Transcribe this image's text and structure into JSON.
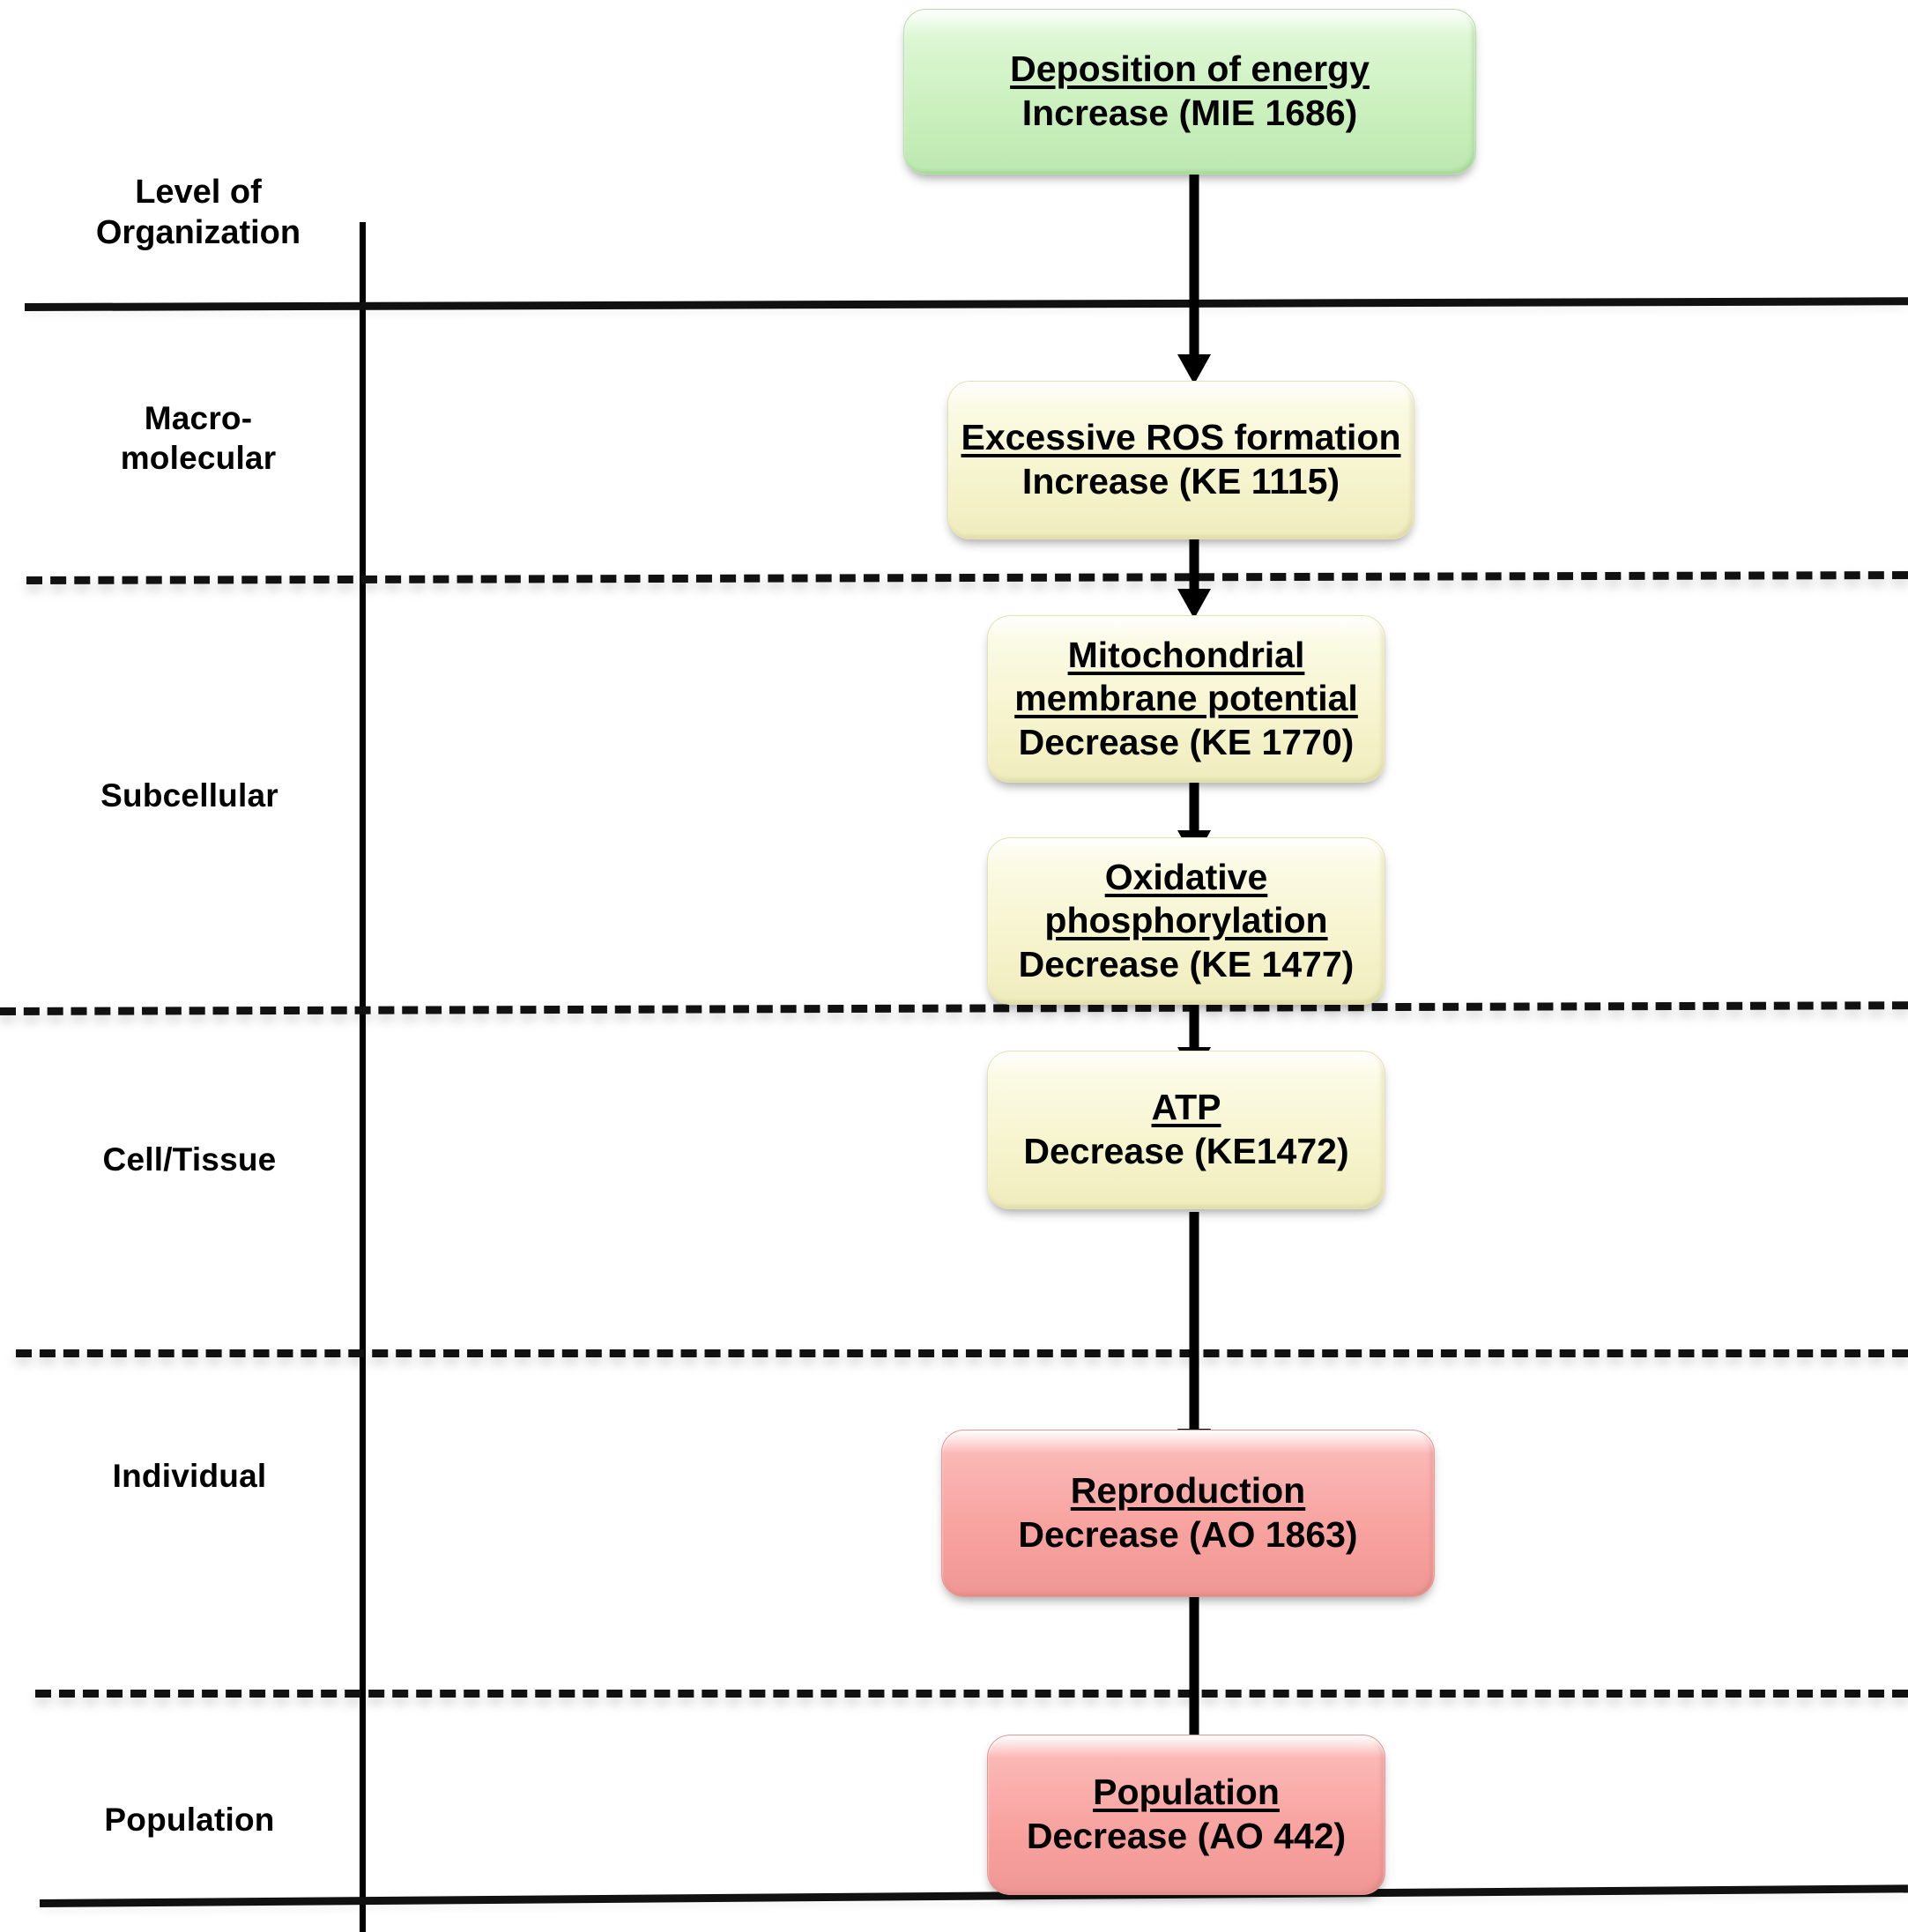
{
  "diagram": {
    "axis_header": "Level of\nOrganization",
    "axis_header_line1": "Level of",
    "axis_header_line2": "Organization",
    "levels": [
      {
        "id": "macromolecular",
        "label_line1": "Macro-",
        "label_line2": "molecular",
        "label": "Macro-molecular"
      },
      {
        "id": "subcellular",
        "label_line1": "Subcellular",
        "label_line2": "",
        "label": "Subcellular"
      },
      {
        "id": "cell-tissue",
        "label_line1": "Cell/Tissue",
        "label_line2": "",
        "label": "Cell/Tissue"
      },
      {
        "id": "individual",
        "label_line1": "Individual",
        "label_line2": "",
        "label": "Individual"
      },
      {
        "id": "population",
        "label_line1": "Population",
        "label_line2": "",
        "label": "Population"
      }
    ],
    "nodes": [
      {
        "id": "mie-1686",
        "kind": "MIE",
        "color": "#caf0bd",
        "title": "Deposition of energy",
        "subtitle": "Increase (MIE 1686)",
        "direction": "Increase",
        "identifier": "MIE 1686",
        "level": "above-axis"
      },
      {
        "id": "ke-1115",
        "kind": "KE",
        "color": "#f6f4cd",
        "title": "Excessive ROS formation",
        "subtitle": "Increase (KE 1115)",
        "direction": "Increase",
        "identifier": "KE 1115",
        "level": "macromolecular"
      },
      {
        "id": "ke-1770",
        "kind": "KE",
        "color": "#f6f4cd",
        "title": "Mitochondrial membrane potential",
        "title_line1": "Mitochondrial",
        "title_line2": "membrane potential",
        "subtitle": "Decrease (KE 1770)",
        "direction": "Decrease",
        "identifier": "KE 1770",
        "level": "subcellular"
      },
      {
        "id": "ke-1477",
        "kind": "KE",
        "color": "#f6f4cd",
        "title": "Oxidative phosphorylation",
        "title_line1": "Oxidative",
        "title_line2": "phosphorylation",
        "subtitle": "Decrease (KE 1477)",
        "direction": "Decrease",
        "identifier": "KE 1477",
        "level": "subcellular"
      },
      {
        "id": "ke-1472",
        "kind": "KE",
        "color": "#f6f4cd",
        "title": "ATP",
        "subtitle": "Decrease (KE1472)",
        "direction": "Decrease",
        "identifier": "KE1472",
        "level": "cell-tissue"
      },
      {
        "id": "ao-1863",
        "kind": "AO",
        "color": "#f8a3a0",
        "title": "Reproduction",
        "subtitle": "Decrease (AO 1863)",
        "direction": "Decrease",
        "identifier": "AO 1863",
        "level": "individual"
      },
      {
        "id": "ao-442",
        "kind": "AO",
        "color": "#f8a3a0",
        "title": "Population",
        "subtitle": "Decrease (AO 442)",
        "direction": "Decrease",
        "identifier": "AO 442",
        "level": "population"
      }
    ],
    "edges": [
      {
        "from": "mie-1686",
        "to": "ke-1115"
      },
      {
        "from": "ke-1115",
        "to": "ke-1770"
      },
      {
        "from": "ke-1770",
        "to": "ke-1477"
      },
      {
        "from": "ke-1477",
        "to": "ke-1472"
      },
      {
        "from": "ke-1472",
        "to": "ao-1863"
      },
      {
        "from": "ao-1863",
        "to": "ao-442"
      }
    ]
  }
}
